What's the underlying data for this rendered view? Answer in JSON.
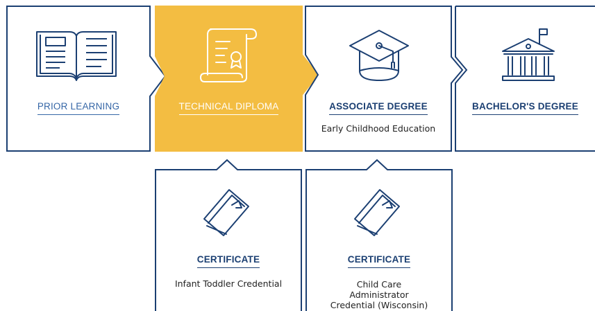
{
  "colors": {
    "navy": "#1b3f72",
    "highlight": "#f3bd42",
    "link_blue": "#3566a6",
    "text_dark": "#1f1f1f",
    "white": "#ffffff"
  },
  "cards": [
    {
      "id": "prior",
      "label": "PRIOR LEARNING",
      "subtitle": "",
      "icon": "open-book-icon",
      "highlighted": false
    },
    {
      "id": "technical",
      "label": "TECHNICAL DIPLOMA",
      "subtitle": "",
      "icon": "scroll-diploma-icon",
      "highlighted": true
    },
    {
      "id": "associate",
      "label": "ASSOCIATE DEGREE",
      "subtitle": "Early Childhood Education",
      "icon": "graduation-cap-icon",
      "highlighted": false
    },
    {
      "id": "bachelor",
      "label": "BACHELOR'S DEGREE",
      "subtitle": "",
      "icon": "university-building-icon",
      "highlighted": false
    }
  ],
  "certificates": [
    {
      "id": "cert1",
      "label": "CERTIFICATE",
      "subtitle": "Infant Toddler Credential",
      "icon": "certificate-book-icon"
    },
    {
      "id": "cert2",
      "label": "CERTIFICATE",
      "subtitle": "Child Care Administrator Credential (Wisconsin)",
      "icon": "certificate-book-icon"
    }
  ]
}
